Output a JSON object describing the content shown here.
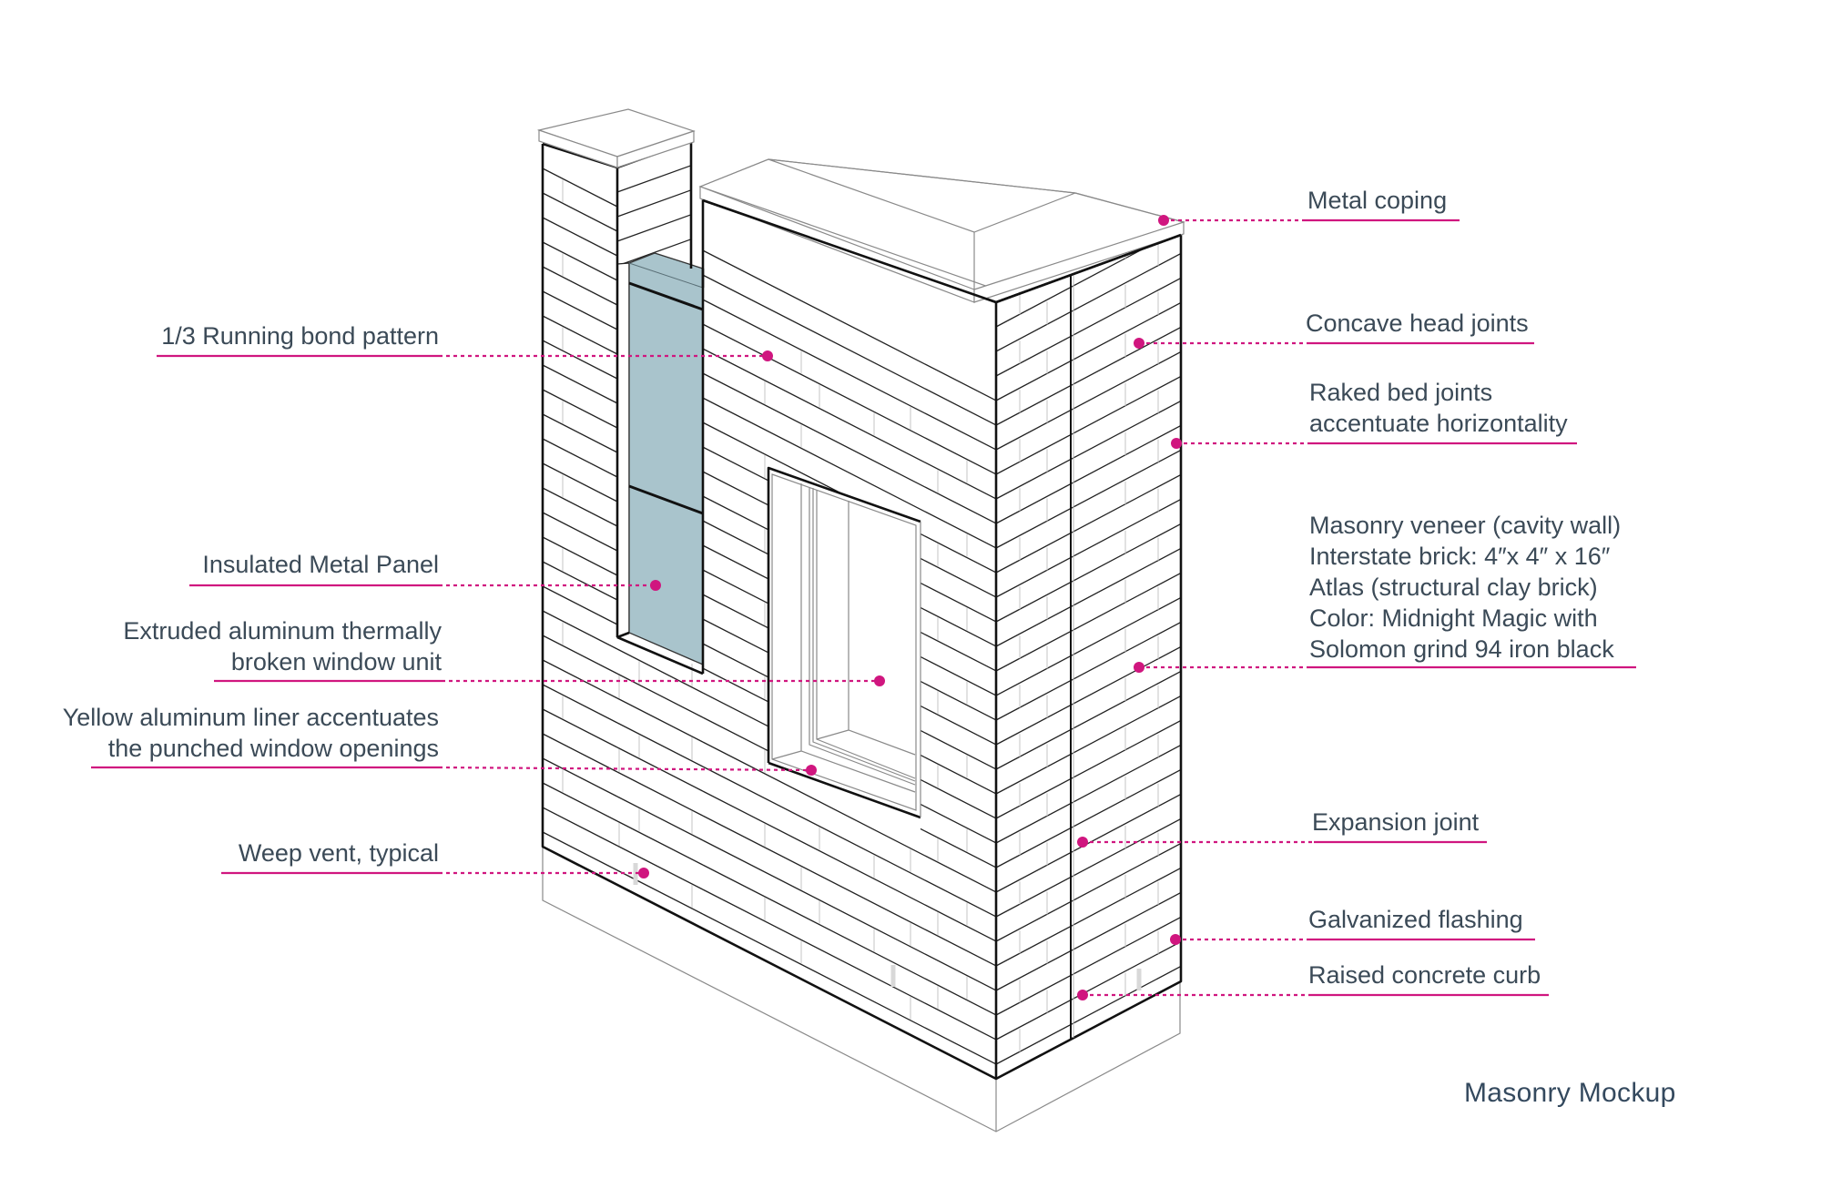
{
  "title": "Masonry Mockup",
  "colors": {
    "accent": "#d0167f",
    "text": "#3b4a57",
    "panel": "#a9c4cc"
  },
  "callouts_left": [
    {
      "id": "running-bond",
      "lines": [
        "1/3 Running bond pattern"
      ]
    },
    {
      "id": "insulated-metal-panel",
      "lines": [
        "Insulated Metal Panel"
      ]
    },
    {
      "id": "window-unit",
      "lines": [
        "Extruded aluminum thermally",
        "broken window unit"
      ]
    },
    {
      "id": "yellow-liner",
      "lines": [
        "Yellow aluminum liner accentuates",
        "the punched window openings"
      ]
    },
    {
      "id": "weep-vent",
      "lines": [
        "Weep vent, typical"
      ]
    }
  ],
  "callouts_right": [
    {
      "id": "metal-coping",
      "lines": [
        "Metal coping"
      ]
    },
    {
      "id": "concave-head-joints",
      "lines": [
        "Concave head joints"
      ]
    },
    {
      "id": "raked-bed-joints",
      "lines": [
        "Raked bed joints",
        "accentuate horizontality"
      ]
    },
    {
      "id": "masonry-veneer",
      "lines": [
        "Masonry veneer (cavity wall)",
        "Interstate brick: 4″x 4″ x 16″",
        "Atlas (structural clay brick)",
        "Color: Midnight Magic with",
        "Solomon grind 94 iron black"
      ]
    },
    {
      "id": "expansion-joint",
      "lines": [
        "Expansion joint"
      ]
    },
    {
      "id": "galvanized-flashing",
      "lines": [
        "Galvanized flashing"
      ]
    },
    {
      "id": "raised-concrete-curb",
      "lines": [
        "Raised concrete curb"
      ]
    }
  ]
}
